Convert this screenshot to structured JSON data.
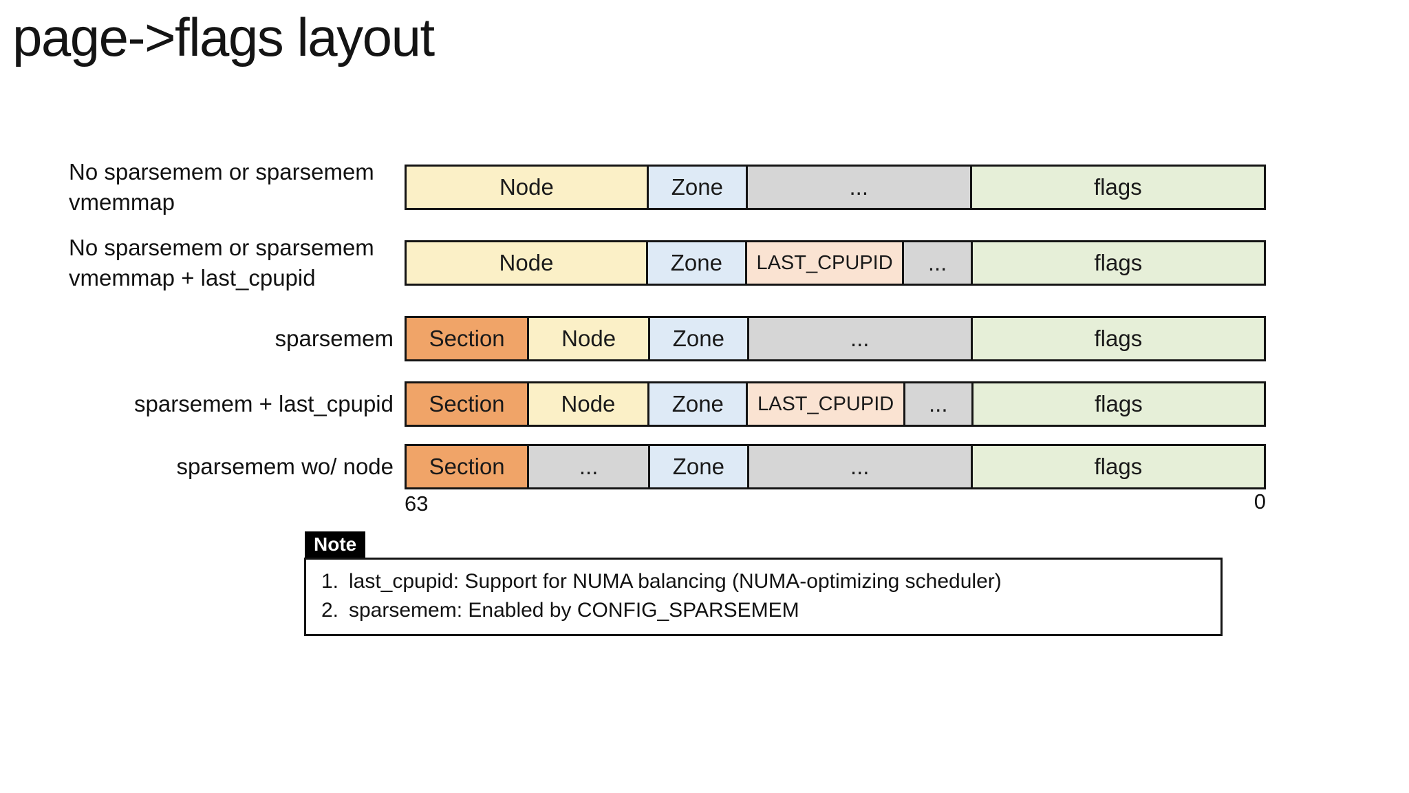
{
  "title": "page->flags layout",
  "colors": {
    "node": "#FBF0C7",
    "zone": "#DEEAF6",
    "dots": "#D6D6D6",
    "flags": "#E6EFD8",
    "section": "#F0A468",
    "last_cpupid": "#FAE3D2",
    "border": "#141414"
  },
  "diagram": {
    "bit_left": "63",
    "bit_right": "0",
    "rows": [
      {
        "label_lines": [
          "No sparsemem or sparsemem",
          "vmemmap"
        ],
        "label_align": "left",
        "segments": [
          {
            "text": "Node",
            "type": "node",
            "flex": 28.2
          },
          {
            "text": "Zone",
            "type": "zone",
            "flex": 11.4
          },
          {
            "text": "...",
            "type": "dots",
            "flex": 26.1
          },
          {
            "text": "flags",
            "type": "flags",
            "flex": 34.3
          }
        ]
      },
      {
        "label_lines": [
          "No sparsemem or sparsemem",
          "vmemmap + last_cpupid"
        ],
        "label_align": "left",
        "segments": [
          {
            "text": "Node",
            "type": "node",
            "flex": 28.2
          },
          {
            "text": "Zone",
            "type": "zone",
            "flex": 11.4
          },
          {
            "text": "LAST_CPUPID",
            "type": "last_cpupid",
            "flex": 18.3
          },
          {
            "text": "...",
            "type": "dots",
            "flex": 7.8
          },
          {
            "text": "flags",
            "type": "flags",
            "flex": 34.3
          }
        ]
      },
      {
        "label_lines": [
          "sparsemem"
        ],
        "label_align": "right",
        "segments": [
          {
            "text": "Section",
            "type": "section",
            "flex": 14.2
          },
          {
            "text": "Node",
            "type": "node",
            "flex": 14.0
          },
          {
            "text": "Zone",
            "type": "zone",
            "flex": 11.4
          },
          {
            "text": "...",
            "type": "dots",
            "flex": 26.1
          },
          {
            "text": "flags",
            "type": "flags",
            "flex": 34.3
          }
        ]
      },
      {
        "label_lines": [
          "sparsemem + last_cpupid"
        ],
        "label_align": "right",
        "segments": [
          {
            "text": "Section",
            "type": "section",
            "flex": 14.2
          },
          {
            "text": "Node",
            "type": "node",
            "flex": 14.0
          },
          {
            "text": "Zone",
            "type": "zone",
            "flex": 11.4
          },
          {
            "text": "LAST_CPUPID",
            "type": "last_cpupid",
            "flex": 18.3
          },
          {
            "text": "...",
            "type": "dots",
            "flex": 7.8
          },
          {
            "text": "flags",
            "type": "flags",
            "flex": 34.3
          }
        ]
      },
      {
        "label_lines": [
          "sparsemem wo/ node"
        ],
        "label_align": "right",
        "segments": [
          {
            "text": "Section",
            "type": "section",
            "flex": 14.2
          },
          {
            "text": "...",
            "type": "dots",
            "flex": 14.0
          },
          {
            "text": "Zone",
            "type": "zone",
            "flex": 11.4
          },
          {
            "text": "...",
            "type": "dots",
            "flex": 26.1
          },
          {
            "text": "flags",
            "type": "flags",
            "flex": 34.3
          }
        ]
      }
    ]
  },
  "note": {
    "tab_label": "Note",
    "items": [
      {
        "num": "1.",
        "text": "last_cpupid: Support for NUMA balancing (NUMA-optimizing scheduler)"
      },
      {
        "num": "2.",
        "text": "sparsemem: Enabled by CONFIG_SPARSEMEM"
      }
    ]
  }
}
